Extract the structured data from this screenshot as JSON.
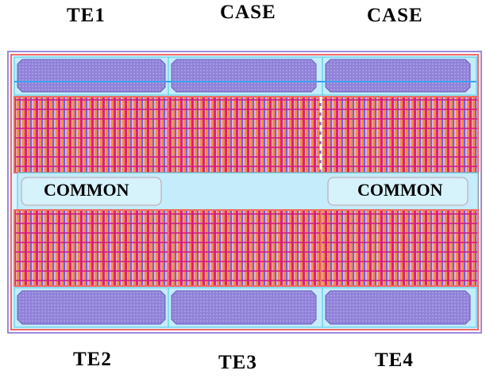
{
  "labels": {
    "top_left": "TE1",
    "top_center": "CASE",
    "top_right": "CASE",
    "common_left": "COMMON",
    "common_right": "COMMON",
    "bottom_left": "TE2",
    "bottom_center": "TE3",
    "bottom_right": "TE4"
  },
  "colors": {
    "pad": "#8f82d8",
    "finger_magenta": "#e0207a",
    "finger_orange": "#f09040",
    "finger_blue": "#7a5ce0",
    "common_band": "#c4ecfa",
    "frame_red": "#f06a6a",
    "frame_cyan": "#40c8e8"
  }
}
